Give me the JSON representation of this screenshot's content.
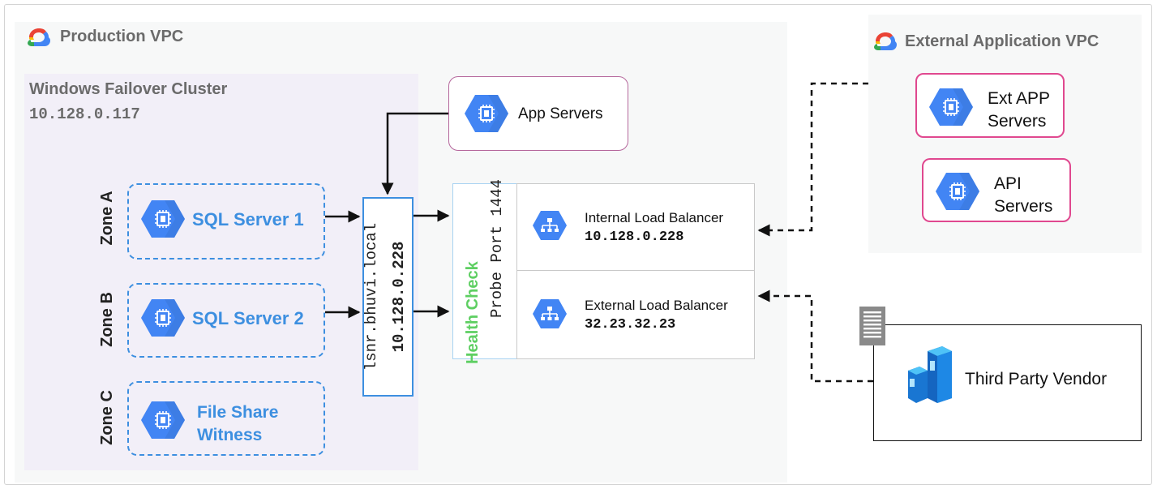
{
  "production_vpc": {
    "title": "Production VPC"
  },
  "cluster": {
    "title": "Windows Failover Cluster",
    "ip": "10.128.0.117"
  },
  "zones": [
    {
      "label": "Zone A",
      "server": "SQL Server 1"
    },
    {
      "label": "Zone B",
      "server": "SQL Server 2"
    },
    {
      "label": "Zone C",
      "server_line1": "File Share",
      "server_line2": "Witness"
    }
  ],
  "listener": {
    "host": "lsnr.bhuvi.local",
    "ip": "10.128.0.228"
  },
  "app_servers": {
    "label": "App Servers"
  },
  "health_check": {
    "title": "Health Check",
    "probe": "Probe Port 1444"
  },
  "internal_lb": {
    "name": "Internal Load Balancer",
    "ip": "10.128.0.228"
  },
  "external_lb": {
    "name": "External Load Balancer",
    "ip": "32.23.32.23"
  },
  "external_vpc": {
    "title": "External Application  VPC",
    "ext_app_line1": "Ext APP",
    "ext_app_line2": "Servers",
    "api_line1": "API",
    "api_line2": "Servers"
  },
  "vendor": {
    "label": "Third Party Vendor"
  },
  "colors": {
    "accent_blue": "#3d8fe0",
    "compute_icon": "#4285f4",
    "health_green": "#5ecf62",
    "app_border": "#b5679c",
    "ext_border": "#e0488f",
    "vpc_bg": "#f7f8f8",
    "cluster_bg": "#f2eff8"
  },
  "icons": {
    "vpc": "google-cloud-logo-icon",
    "compute": "compute-engine-chip-icon",
    "load_balancer": "load-balancer-icon",
    "gateway": "gateway-building-icon",
    "vendor": "server-tower-icon"
  }
}
